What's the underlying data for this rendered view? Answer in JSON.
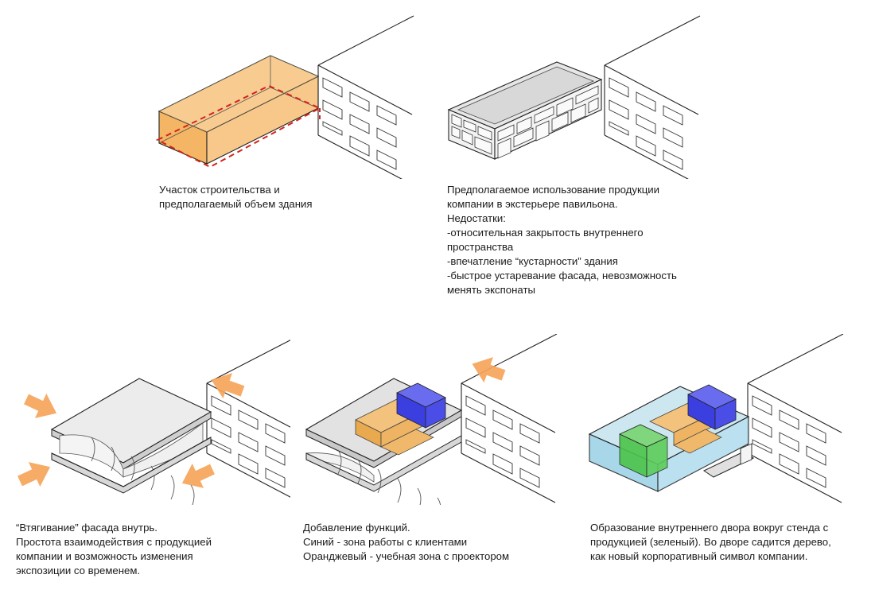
{
  "colors": {
    "volume": "#f6c17a",
    "boundary": "#d6221c",
    "arrow": "#f5a55a",
    "client_zone": "#3c3fe0",
    "learning_zone": "#e9a94f",
    "product_zone": "#4cc44a",
    "courtyard": "#9fd3e8"
  },
  "panels": [
    {
      "id": "site",
      "lines": [
        "Участок строительства и",
        "предполагаемый объем здания"
      ]
    },
    {
      "id": "product-exterior",
      "lines": [
        "Предполагаемое использование продукции",
        "компании в экстерьере павильона.",
        "Недостатки:",
        "-относительная закрытость внутреннего",
        "пространства",
        "-впечатление “кустарности” здания",
        "-быстрое устаревание фасада, невозможность",
        "менять экспонаты"
      ]
    },
    {
      "id": "facade-pull",
      "lines": [
        "“Втягивание” фасада внутрь.",
        "Простота взаимодействия с продукцией",
        "компании и возможность изменения",
        "экспозиции со временем."
      ]
    },
    {
      "id": "functions",
      "lines": [
        "Добавление функций.",
        "Синий - зона работы с клиентами",
        "Оранджевый - учебная зона с проектором"
      ]
    },
    {
      "id": "courtyard",
      "lines": [
        "Образование внутреннего двора вокруг стенда с",
        "продукцией (зеленый). Во дворе садится дерево,",
        "как новый корпоративный символ компании."
      ]
    }
  ]
}
